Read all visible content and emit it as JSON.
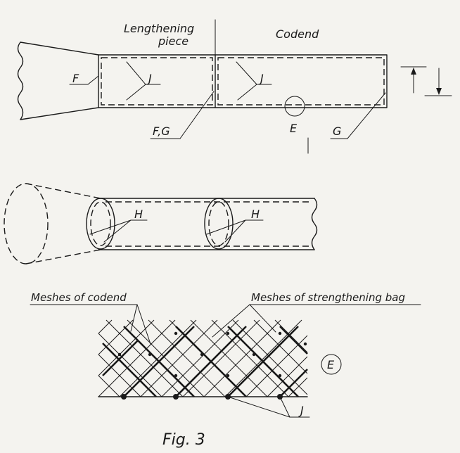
{
  "labels": {
    "lengthening_piece_line1": "Lengthening",
    "lengthening_piece_line2": "piece",
    "codend": "Codend",
    "F": "F",
    "J_lengthening": "J",
    "J_codend": "J",
    "FG": "F,G",
    "E_detail_ref": "E",
    "G": "G",
    "H_first": "H",
    "H_second": "H",
    "meshes_of_codend": "Meshes of codend",
    "meshes_of_strengthening_bag": "Meshes of strengthening bag",
    "E_detail": "E",
    "J_mesh": "J",
    "caption": "Fig. 3"
  },
  "colors": {
    "ink": "#1a1a1a",
    "paper": "#f4f3ef"
  }
}
